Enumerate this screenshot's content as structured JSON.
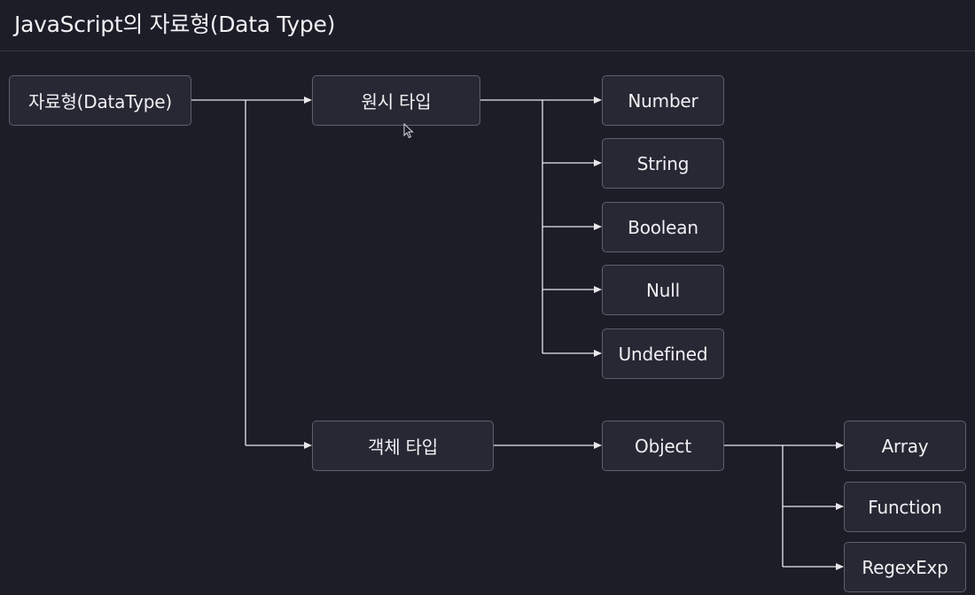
{
  "title": "JavaScript의 자료형(Data Type)",
  "colors": {
    "background": "#1c1d27",
    "node_fill": "#272833",
    "node_border": "#5e606b",
    "connector": "#e8e8ec",
    "text": "#f0f0f3"
  },
  "nodes": {
    "root": "자료형(DataType)",
    "primitive": "원시 타입",
    "object_type": "객체 타입",
    "number": "Number",
    "string": "String",
    "boolean": "Boolean",
    "null": "Null",
    "undefined": "Undefined",
    "object": "Object",
    "array": "Array",
    "function": "Function",
    "regexexp": "RegexExp"
  }
}
